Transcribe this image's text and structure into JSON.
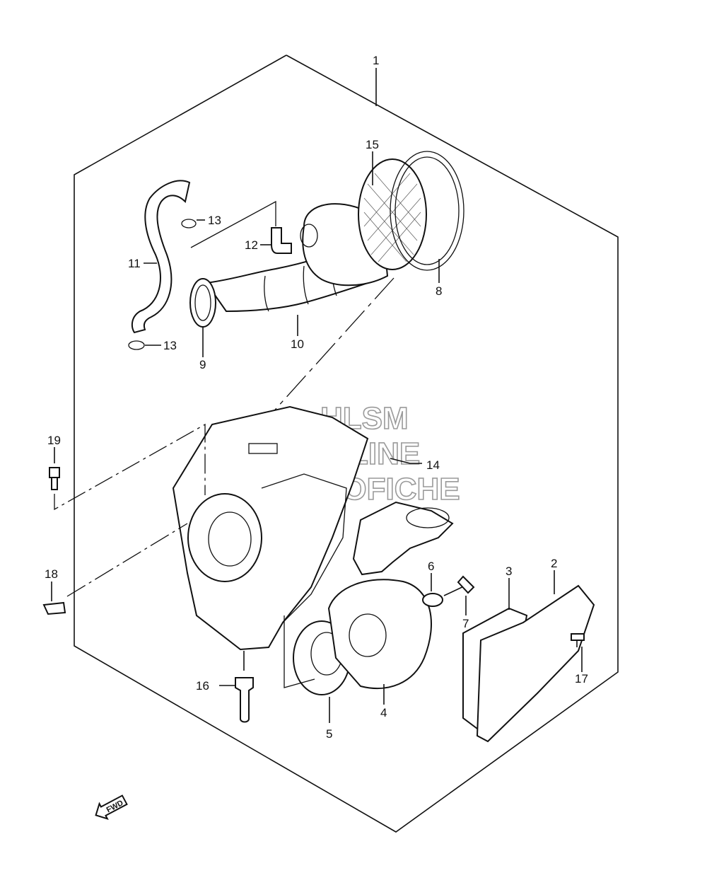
{
  "callouts": {
    "c1": "1",
    "c2": "2",
    "c3": "3",
    "c4": "4",
    "c5": "5",
    "c6": "6",
    "c7": "7",
    "c8": "8",
    "c9": "9",
    "c10": "10",
    "c11": "11",
    "c12": "12",
    "c13a": "13",
    "c13b": "13",
    "c14": "14",
    "c15": "15",
    "c16": "16",
    "c17": "17",
    "c18": "18",
    "c19": "19"
  },
  "watermark": {
    "line1": "HLSM",
    "line2": "ONLINE",
    "line3": "MICROFICHE"
  },
  "fwd_label": "FWD"
}
